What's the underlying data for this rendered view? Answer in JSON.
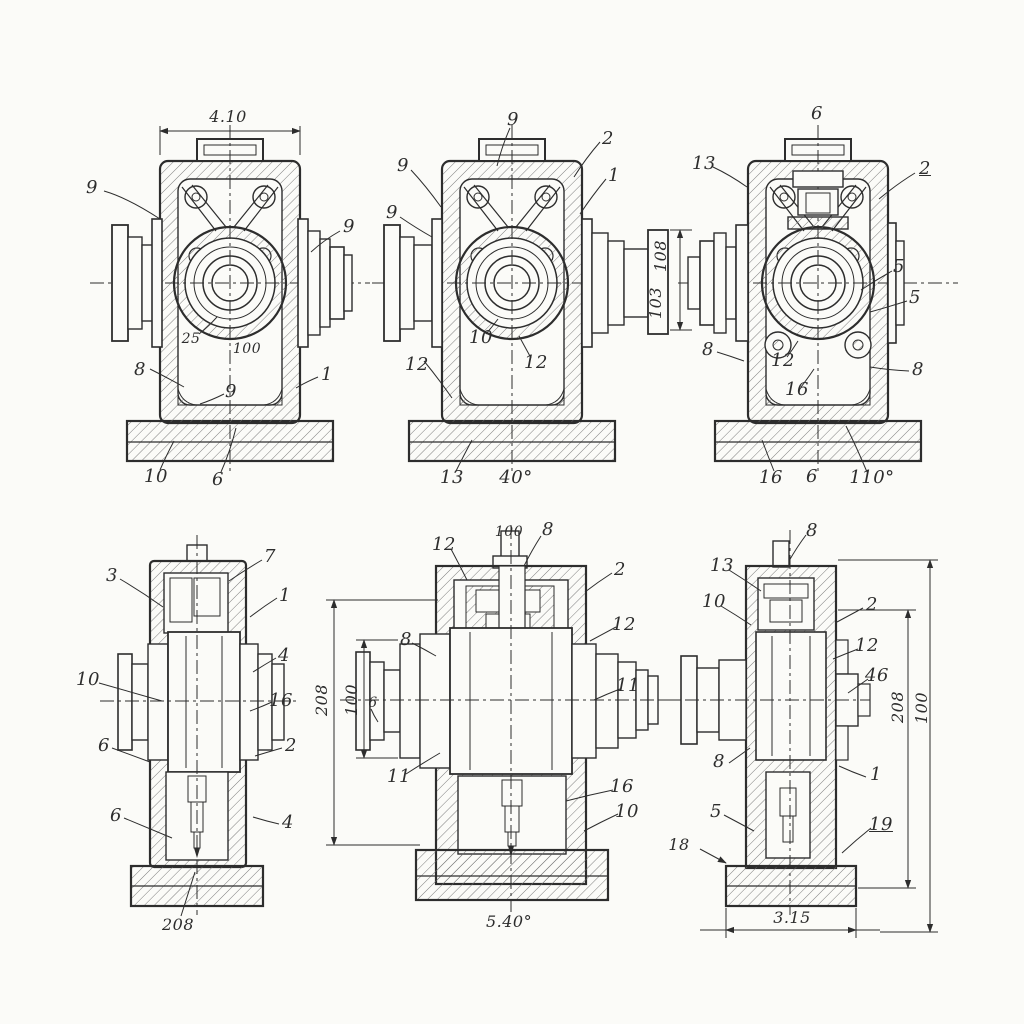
{
  "meta": {
    "background": "#fbfbf8",
    "ink": "#2d2d2d",
    "hatch": "#6f6f6f",
    "drawing_type": "gearbox housing orthographic sections, six views"
  },
  "views": {
    "top_left": {
      "dim_width": "4.10",
      "c9a": "9",
      "c9b": "9",
      "c25": "25",
      "c100": "100",
      "c8": "8",
      "c9c": "9",
      "c1": "1",
      "c10": "10",
      "c6": "6"
    },
    "top_middle": {
      "c9top": "9",
      "c2": "2",
      "c1": "1",
      "c9a": "9",
      "c9b": "9",
      "c10": "10",
      "c12a": "12",
      "c12b": "12",
      "c13": "13",
      "c40": "40°",
      "d108": "108",
      "d103": "103"
    },
    "top_right": {
      "c6top": "6",
      "c13": "13",
      "c2": "2",
      "c5a": "5",
      "c5b": "5",
      "c8a": "8",
      "c12": "12",
      "c8b": "8",
      "c16a": "16",
      "c16b": "16",
      "c6": "6",
      "c110": "110°"
    },
    "bottom_left": {
      "c3": "3",
      "c7": "7",
      "c1": "1",
      "c10": "10",
      "c4a": "4",
      "c16": "16",
      "c6a": "6",
      "c2": "2",
      "c6b": "6",
      "c4b": "4",
      "d208": "208"
    },
    "bottom_middle": {
      "c100": "100",
      "c8a": "8",
      "c12a": "12",
      "c2": "2",
      "c12b": "12",
      "c8b": "8",
      "c11a": "11",
      "c11b": "11",
      "c16": "16",
      "c10": "10",
      "c6": "6",
      "d208": "208",
      "d100": "100",
      "dbottom": "5.40°"
    },
    "bottom_right": {
      "c8": "8",
      "c13": "13",
      "c10": "10",
      "c2": "2",
      "c12": "12",
      "c46": "46",
      "c8b": "8",
      "c1": "1",
      "c5": "5",
      "c18": "18",
      "c19": "19",
      "d208": "208",
      "d100": "100",
      "dbottom": "3.15"
    }
  }
}
